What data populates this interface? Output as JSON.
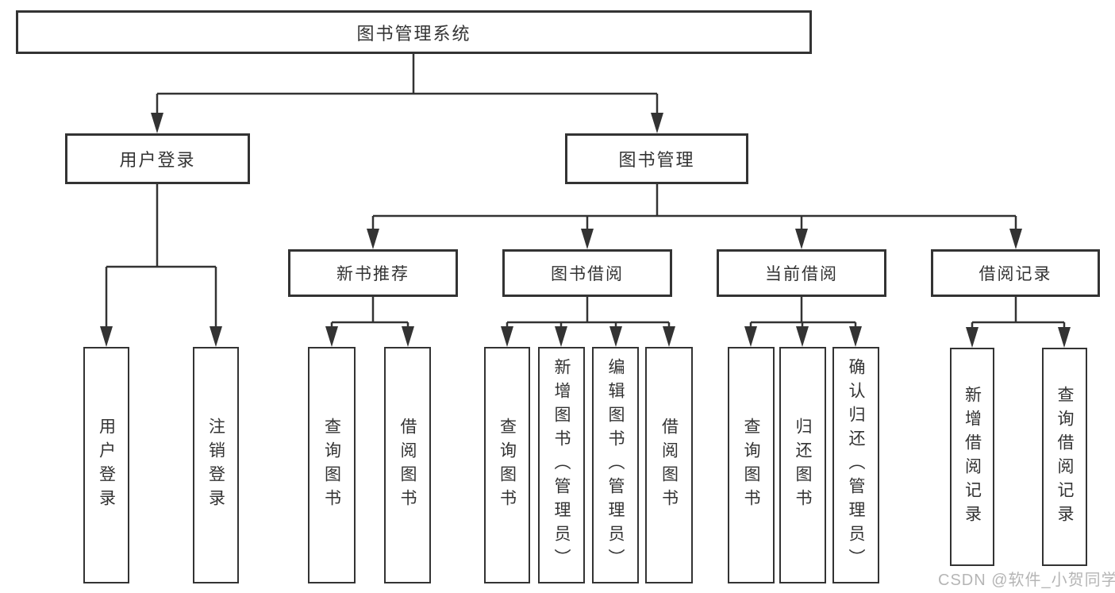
{
  "tree": {
    "label": "图书管理系统",
    "children": [
      {
        "label": "用户登录",
        "children": [
          {
            "label": "用户登录"
          },
          {
            "label": "注销登录"
          }
        ]
      },
      {
        "label": "图书管理",
        "children": [
          {
            "label": "新书推荐",
            "children": [
              {
                "label": "查询图书"
              },
              {
                "label": "借阅图书"
              }
            ]
          },
          {
            "label": "图书借阅",
            "children": [
              {
                "label": "查询图书"
              },
              {
                "label": "新增图书（管理员）"
              },
              {
                "label": "编辑图书（管理员）"
              },
              {
                "label": "借阅图书"
              }
            ]
          },
          {
            "label": "当前借阅",
            "children": [
              {
                "label": "查询图书"
              },
              {
                "label": "归还图书"
              },
              {
                "label": "确认归还（管理员）"
              }
            ]
          },
          {
            "label": "借阅记录",
            "children": [
              {
                "label": "新增借阅记录"
              },
              {
                "label": "查询借阅记录"
              }
            ]
          }
        ]
      }
    ]
  },
  "watermark": {
    "text": "CSDN @软件_小贺同学"
  },
  "colors": {
    "line": "#333333",
    "node_border": "#333333",
    "node_fill": "#ffffff",
    "text": "#333333",
    "background": "#ffffff",
    "watermark": "#b5b5b5"
  }
}
